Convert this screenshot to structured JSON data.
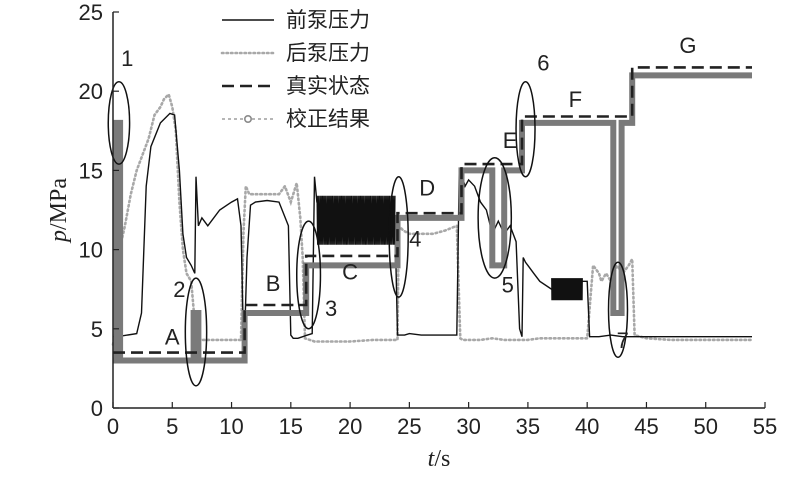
{
  "chart_data": {
    "type": "line",
    "xlabel_var": "t",
    "xlabel_unit": "/s",
    "ylabel_var": "p",
    "ylabel_unit": "/MPa",
    "xlim": [
      0,
      55
    ],
    "ylim": [
      0,
      25
    ],
    "xticks": [
      0,
      5,
      10,
      15,
      20,
      25,
      30,
      35,
      40,
      45,
      50,
      55
    ],
    "yticks": [
      0,
      5,
      10,
      15,
      20,
      25
    ],
    "legend_position": "top-center",
    "series": [
      {
        "name": "前泵压力",
        "style": "solid",
        "color": "#111111",
        "x": [
          0,
          0.3,
          0.35,
          2.0,
          2.4,
          2.8,
          3.2,
          4.0,
          4.8,
          5.2,
          5.6,
          5.9,
          6.2,
          6.6,
          6.9,
          7.0,
          7.2,
          7.5,
          8.0,
          9.0,
          10.0,
          10.5,
          10.8,
          11.0,
          11.1,
          11.3,
          11.6,
          12.0,
          13.0,
          14.0,
          14.8,
          15.0,
          15.2,
          15.6,
          16.0,
          16.4,
          16.8,
          17.0,
          17.2,
          18.0,
          19.0,
          20.0,
          21.0,
          22.0,
          23.0,
          23.8,
          24.0,
          24.2,
          24.6,
          25.0,
          26.0,
          27.0,
          28.0,
          29.0,
          29.2,
          29.5,
          29.7,
          30.0,
          30.5,
          31.0,
          31.5,
          32.0,
          32.5,
          33.0,
          33.5,
          34.0,
          34.3,
          34.5,
          34.6,
          34.8,
          35.0,
          35.5,
          36.0,
          37.0,
          38.0,
          39.0,
          39.6,
          40.0,
          40.2,
          40.5,
          41.0,
          42.0,
          43.0,
          44.0,
          45.0,
          47.0,
          50.0,
          53.9
        ],
        "y": [
          4.5,
          4.5,
          4.5,
          4.7,
          6.0,
          14.0,
          16.5,
          18.0,
          18.6,
          18.5,
          15.0,
          11.0,
          9.5,
          9.0,
          8.5,
          14.6,
          11.5,
          12.0,
          11.5,
          12.5,
          13.0,
          13.2,
          11.5,
          4.5,
          4.5,
          9.5,
          12.8,
          13.0,
          13.1,
          13.0,
          11.5,
          4.6,
          4.4,
          4.4,
          4.5,
          4.6,
          4.7,
          14.6,
          13.0,
          12.0,
          11.8,
          11.8,
          11.8,
          11.8,
          11.8,
          11.5,
          4.6,
          4.6,
          4.6,
          4.7,
          4.6,
          4.6,
          4.6,
          4.6,
          14.8,
          14.5,
          14.0,
          14.4,
          14.0,
          13.0,
          12.5,
          11.0,
          11.8,
          11.0,
          11.5,
          10.5,
          5.0,
          4.5,
          9.5,
          9.2,
          9.0,
          8.5,
          8.0,
          7.5,
          7.2,
          7.3,
          8.0,
          8.0,
          4.5,
          4.5,
          4.5,
          4.6,
          4.5,
          4.5,
          4.5,
          4.5,
          4.5,
          4.5
        ]
      },
      {
        "name": "后泵压力",
        "style": "dotted",
        "color": "#a8a8a8",
        "x": [
          0,
          0.25,
          0.4,
          1.0,
          1.5,
          2.0,
          2.5,
          3.0,
          3.5,
          4.0,
          4.3,
          4.7,
          5.0,
          5.3,
          5.6,
          5.9,
          6.2,
          6.6,
          7.0,
          7.5,
          8.0,
          9.0,
          10.0,
          10.8,
          11.0,
          11.2,
          11.5,
          12.0,
          13.0,
          14.0,
          14.5,
          15.0,
          15.5,
          15.8,
          16.0,
          16.2,
          17.0,
          18.0,
          20.0,
          22.0,
          23.5,
          24.0,
          24.1,
          24.5,
          25.0,
          26.0,
          27.0,
          28.0,
          29.0,
          29.3,
          29.5,
          30.0,
          31.0,
          32.0,
          33.0,
          34.0,
          35.0,
          36.0,
          38.0,
          40.0,
          40.5,
          41.0,
          41.2,
          41.6,
          42.0,
          42.5,
          43.0,
          43.5,
          43.8,
          44.0,
          45.0,
          47.0,
          50.0,
          53.9
        ],
        "y": [
          4.0,
          5.0,
          9.5,
          11.5,
          13.5,
          15.0,
          16.0,
          17.0,
          18.5,
          19.0,
          19.5,
          19.8,
          19.0,
          17.5,
          13.0,
          10.0,
          8.5,
          8.0,
          4.5,
          4.3,
          4.3,
          4.3,
          4.3,
          4.3,
          11.0,
          14.0,
          13.5,
          13.5,
          13.5,
          13.5,
          14.0,
          13.0,
          14.2,
          12.0,
          9.5,
          4.4,
          4.2,
          4.2,
          4.2,
          4.3,
          4.3,
          4.3,
          11.5,
          11.2,
          11.0,
          11.0,
          11.0,
          11.2,
          11.5,
          4.4,
          4.3,
          4.3,
          4.3,
          4.4,
          4.3,
          4.3,
          4.3,
          4.4,
          4.4,
          4.4,
          9.0,
          8.5,
          8.0,
          8.5,
          8.0,
          9.0,
          8.5,
          9.0,
          9.4,
          4.6,
          4.4,
          4.3,
          4.3,
          4.3
        ]
      },
      {
        "name": "真实状态",
        "style": "dashed",
        "color": "#222222",
        "x": [
          0,
          11.1,
          11.1,
          16.3,
          16.3,
          24.0,
          24.0,
          29.4,
          29.4,
          34.5,
          34.5,
          43.8,
          43.8,
          53.9
        ],
        "y": [
          3.5,
          3.5,
          6.5,
          6.5,
          9.6,
          9.6,
          12.3,
          12.3,
          15.4,
          15.4,
          18.4,
          18.4,
          21.5,
          21.5
        ]
      },
      {
        "name": "校正结果",
        "style": "thick-gray",
        "color": "#7a7a7a",
        "x": [
          0,
          0.3,
          0.3,
          0.6,
          0.6,
          6.8,
          6.8,
          7.2,
          7.2,
          11.1,
          11.1,
          16.3,
          16.3,
          16.6,
          16.6,
          24.0,
          24.0,
          24.3,
          24.3,
          29.4,
          29.4,
          32.0,
          32.0,
          33.0,
          33.0,
          34.5,
          34.5,
          35.0,
          35.0,
          42.2,
          42.2,
          42.9,
          42.9,
          43.8,
          43.8,
          53.9
        ],
        "y": [
          3.0,
          3.0,
          18.0,
          18.0,
          3.0,
          3.0,
          6.0,
          6.0,
          3.0,
          3.0,
          6.0,
          6.0,
          9.0,
          9.0,
          9.0,
          9.0,
          12.0,
          12.0,
          12.0,
          12.0,
          15.0,
          15.0,
          9.0,
          9.0,
          15.0,
          15.0,
          18.0,
          18.0,
          18.0,
          18.0,
          6.0,
          6.0,
          18.0,
          18.0,
          21.0,
          21.0
        ]
      }
    ],
    "ellipses": [
      {
        "label": "1",
        "cx": 0.5,
        "cy": 18.0,
        "rx": 0.9,
        "ry": 2.6,
        "lx": 1.2,
        "ly": 21.6
      },
      {
        "label": "2",
        "cx": 7.0,
        "cy": 4.8,
        "rx": 0.9,
        "ry": 3.4,
        "lx": 5.6,
        "ly": 7.0
      },
      {
        "label": "3",
        "cx": 16.5,
        "cy": 8.4,
        "rx": 1.0,
        "ry": 3.4,
        "lx": 18.4,
        "ly": 5.8
      },
      {
        "label": "4",
        "cx": 24.1,
        "cy": 10.8,
        "rx": 0.8,
        "ry": 3.8,
        "lx": 25.5,
        "ly": 10.2
      },
      {
        "label": "5",
        "cx": 32.2,
        "cy": 12.0,
        "rx": 1.4,
        "ry": 3.8,
        "lx": 33.3,
        "ly": 7.3
      },
      {
        "label": "6",
        "cx": 34.8,
        "cy": 17.6,
        "rx": 0.8,
        "ry": 3.0,
        "lx": 36.3,
        "ly": 21.3
      },
      {
        "label": "7",
        "cx": 42.6,
        "cy": 6.2,
        "rx": 0.8,
        "ry": 3.0,
        "lx": 43.0,
        "ly": 3.8
      }
    ],
    "state_labels": [
      {
        "label": "A",
        "x": 5.0,
        "y": 4.0
      },
      {
        "label": "B",
        "x": 13.5,
        "y": 7.4
      },
      {
        "label": "C",
        "x": 20.0,
        "y": 8.1
      },
      {
        "label": "D",
        "x": 26.5,
        "y": 13.4
      },
      {
        "label": "E",
        "x": 33.5,
        "y": 16.4
      },
      {
        "label": "F",
        "x": 39.0,
        "y": 19.0
      },
      {
        "label": "G",
        "x": 48.5,
        "y": 22.4
      }
    ]
  }
}
